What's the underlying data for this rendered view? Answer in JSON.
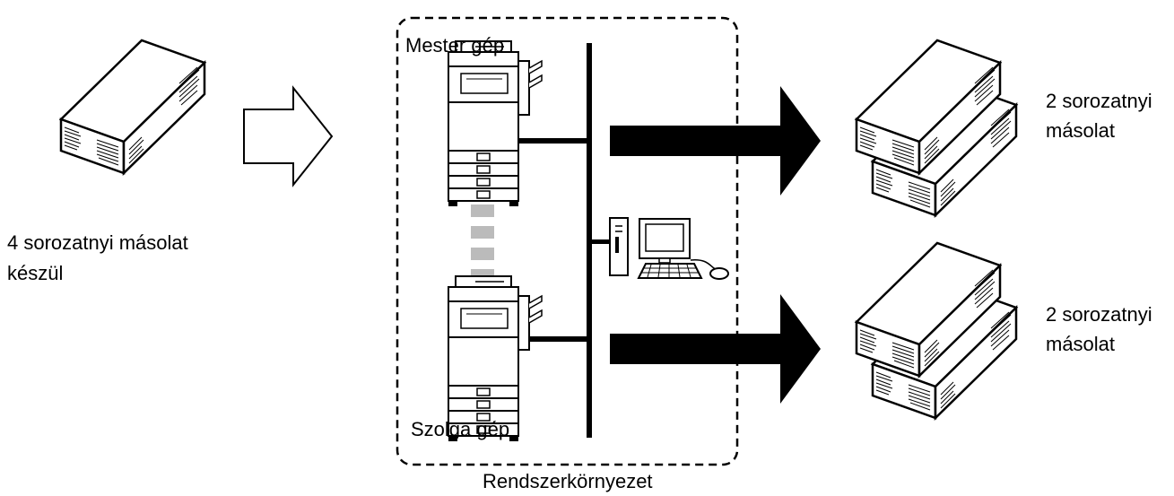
{
  "labels": {
    "source_line1": "4 sorozatnyi másolat",
    "source_line2": "készül",
    "master": "Mester gép",
    "slave": "Szolga gép",
    "environment": "Rendszerkörnyezet",
    "output_top_line1": "2 sorozatnyi",
    "output_top_line2": "másolat",
    "output_bottom_line1": "2 sorozatnyi",
    "output_bottom_line2": "másolat"
  },
  "colors": {
    "ink": "#000000",
    "dashed_link": "#bbbbbb",
    "paper": "#ffffff"
  },
  "icons": [
    "paper-stack-icon",
    "hollow-arrow-icon",
    "copier-icon",
    "computer-icon",
    "solid-arrow-icon"
  ]
}
